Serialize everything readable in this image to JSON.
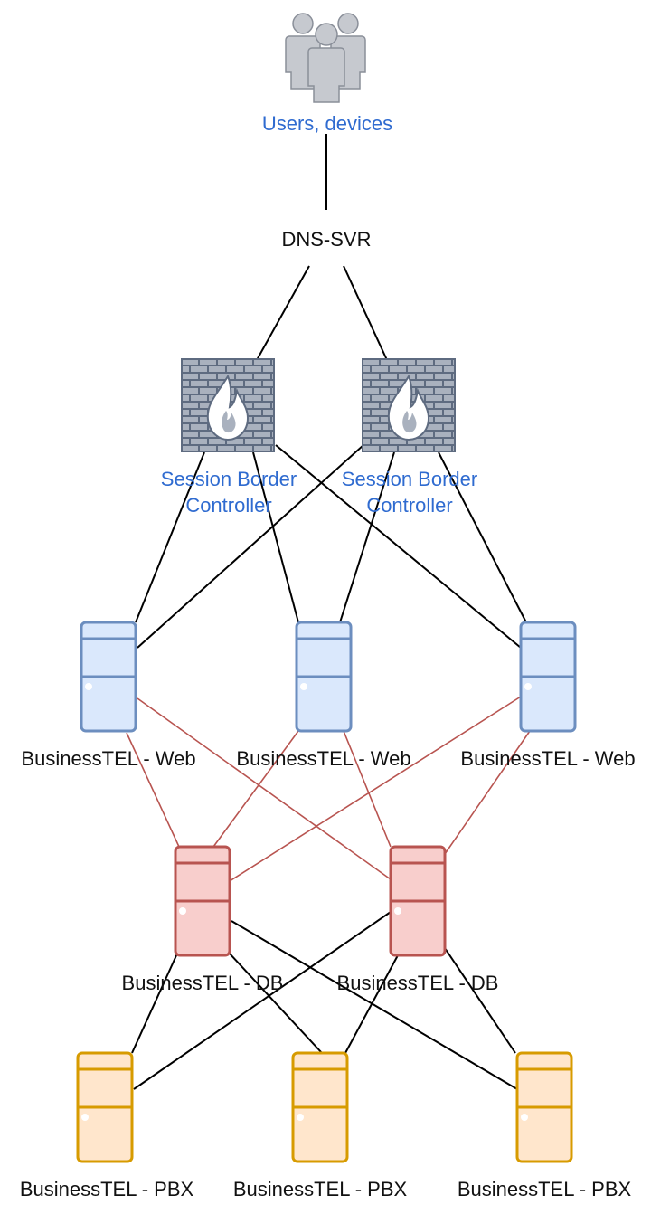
{
  "labels": {
    "users": "Users, devices",
    "dns": "DNS-SVR",
    "sbc": [
      "Session Border",
      "Controller"
    ],
    "web": "BusinessTEL - Web",
    "db": "BusinessTEL - DB",
    "pbx": "BusinessTEL - PBX"
  },
  "icons": {
    "users": "users-group-icon",
    "firewall": "firewall-icon",
    "server": "server-icon"
  },
  "colors": {
    "label_blue": "#2f6bd0",
    "web_fill": "#dae8fc",
    "web_stroke": "#6c8ebf",
    "db_fill": "#f8cecc",
    "db_stroke": "#b85450",
    "pbx_fill": "#ffe6cc",
    "pbx_stroke": "#d79b00",
    "firewall_fill": "#9aa3b3",
    "firewall_stroke": "#5e6b80",
    "red_link": "#b85450",
    "black_link": "#000000"
  }
}
